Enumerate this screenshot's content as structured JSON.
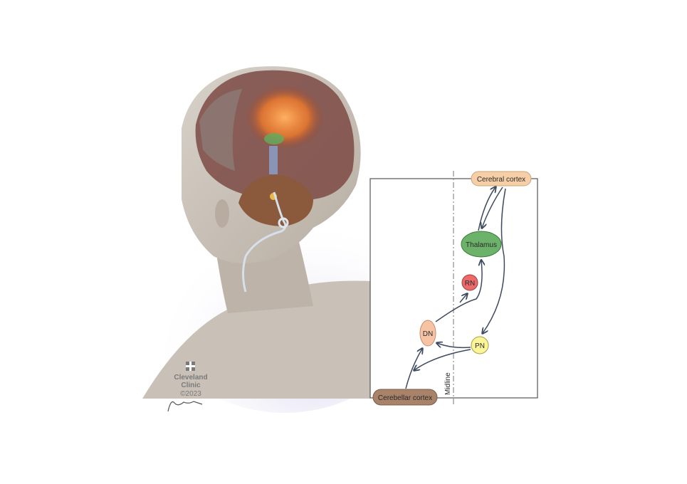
{
  "diagram": {
    "nodes": {
      "cerebral_cortex": "Cerebral cortex",
      "thalamus": "Thalamus",
      "rn": "RN",
      "dn": "DN",
      "pn": "PN",
      "cerebellar_cortex": "Cerebellar cortex"
    },
    "midline_label": "Midline",
    "colors": {
      "cerebral_cortex": "#f6cfa6",
      "thalamus": "#6cb26a",
      "rn": "#ec6a6a",
      "dn": "#f6c3a5",
      "pn": "#fbf59a",
      "cerebellar_cortex": "#a9826a",
      "arrow": "#3e4a5e"
    }
  },
  "credit": {
    "org_line1": "Cleveland",
    "org_line2": "Clinic",
    "year": "©2023",
    "signature": "Jeanasz"
  }
}
